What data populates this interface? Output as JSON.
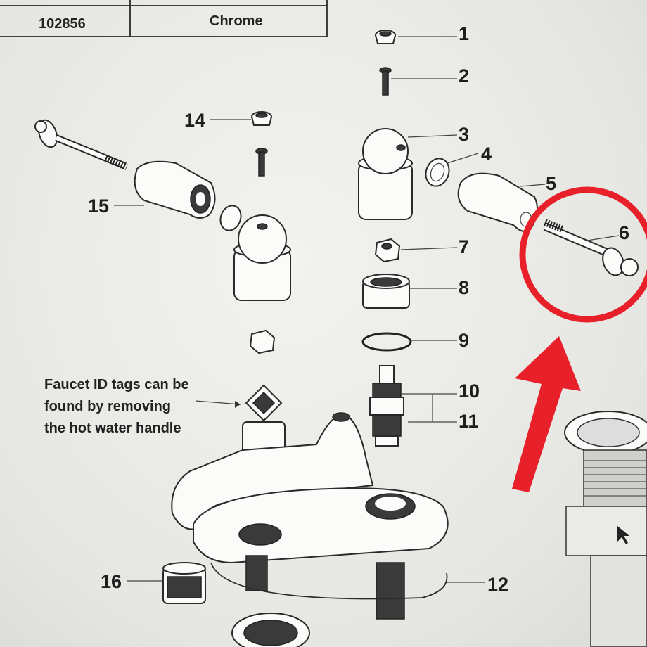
{
  "table": {
    "part_number": "102856",
    "finish": "Chrome"
  },
  "note": {
    "line1": "Faucet ID tags can be",
    "line2": "found by removing",
    "line3": "the hot water handle"
  },
  "callouts": [
    "1",
    "2",
    "3",
    "4",
    "5",
    "6",
    "7",
    "8",
    "9",
    "10",
    "11",
    "12",
    "14",
    "15",
    "16"
  ],
  "highlight": {
    "color": "#e8202a",
    "target_callout": "6"
  },
  "icons": {
    "pointer": "mouse-cursor-icon"
  }
}
